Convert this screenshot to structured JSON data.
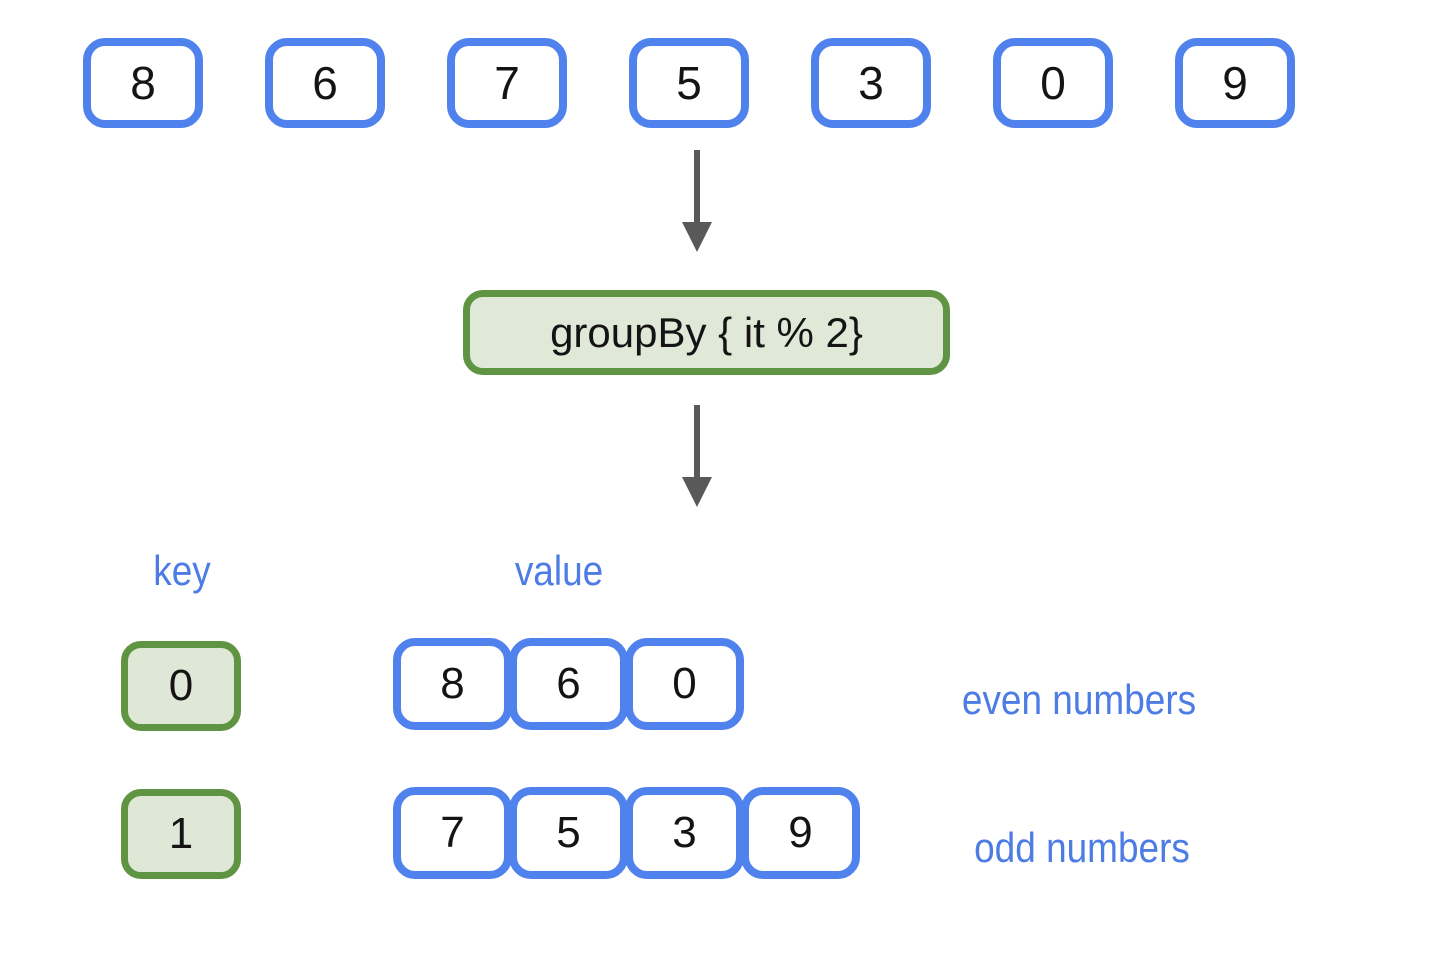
{
  "diagram": {
    "input_list": [
      "8",
      "6",
      "7",
      "5",
      "3",
      "0",
      "9"
    ],
    "operation": {
      "label": "groupBy { it % 2}"
    },
    "columns": {
      "key_label": "key",
      "value_label": "value"
    },
    "groups": [
      {
        "key": "0",
        "values": [
          "8",
          "6",
          "0"
        ],
        "annotation": "even numbers"
      },
      {
        "key": "1",
        "values": [
          "7",
          "5",
          "3",
          "9"
        ],
        "annotation": "odd numbers"
      }
    ],
    "colors": {
      "blue_border": "#4f82ec",
      "blue_text": "#4c7ce4",
      "green_border": "#5f9442",
      "green_fill_light": "#e0e9d8",
      "key_fill": "#dfe8d6",
      "arrow_gray": "#595959",
      "number_text": "#141414",
      "background": "#ffffff"
    }
  }
}
